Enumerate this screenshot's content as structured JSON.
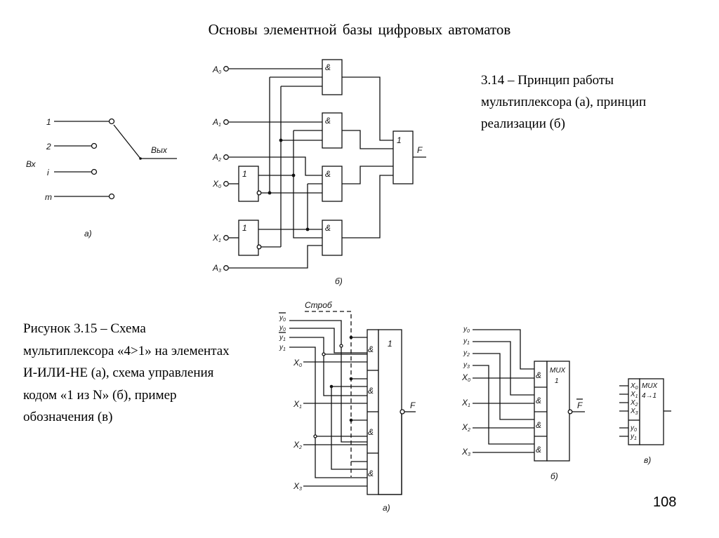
{
  "slide": {
    "title": "Основы элементной базы цифровых автоматов",
    "page_number": "108"
  },
  "captions": {
    "fig_3_14": [
      "3.14 – Принцип работы",
      "мультиплексора (а), принцип",
      "реализации (б)"
    ],
    "fig_3_15": [
      "Рисунок 3.15 – Схема",
      "мультиплексора «4>1» на элементах",
      "И-ИЛИ-НЕ (а), схема управления",
      "кодом «1 из N» (б), пример",
      "обозначения (в)"
    ]
  },
  "fig_3_14a": {
    "input_group_label": "Вх",
    "inputs": [
      "1",
      "2",
      "i",
      "m"
    ],
    "output_label": "Вых",
    "sublabel": "а)"
  },
  "fig_3_14b": {
    "inputs": [
      "A0",
      "A1",
      "A2",
      "X0",
      "X1",
      "A3"
    ],
    "and_symbol": "&",
    "or_symbol": "1",
    "inverter_symbol": "1",
    "output_label": "F",
    "sublabel": "б)"
  },
  "fig_3_15a": {
    "strobe_label": "Строб",
    "control_inputs": [
      "y0 (inverted)",
      "y0",
      "y1 (inverted)",
      "y1"
    ],
    "data_inputs": [
      "X0",
      "X1",
      "X2",
      "X3"
    ],
    "and_symbol": "&",
    "or_symbol": "1",
    "output_label": "F",
    "sublabel": "а)"
  },
  "fig_3_15b": {
    "control_inputs": [
      "y0",
      "y1",
      "y2",
      "y3"
    ],
    "data_inputs": [
      "X0",
      "X1",
      "X2",
      "X3"
    ],
    "and_symbol": "&",
    "block_label": "MUX",
    "block_sublabel": "1",
    "output_label": "F (inverted)",
    "sublabel": "б)"
  },
  "fig_3_15c": {
    "data_inputs": [
      "X0",
      "X1",
      "X2",
      "X3"
    ],
    "address_inputs": [
      "y0",
      "y1"
    ],
    "block_label": "MUX",
    "block_sublabel": "4→1",
    "sublabel": "в)"
  }
}
